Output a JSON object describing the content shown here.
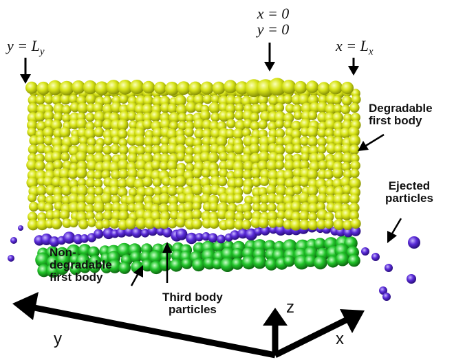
{
  "labels": {
    "x0": "x = 0",
    "y0": "y = 0",
    "yLy": "y = L",
    "yLy_sub": "y",
    "xLx": "x = L",
    "xLx_sub": "x",
    "degradable": [
      "Degradable",
      "first body"
    ],
    "ejected": [
      "Ejected",
      "particles"
    ],
    "nondegradable": [
      "Non-",
      "degradable",
      "first body"
    ],
    "thirdbody": [
      "Third body",
      "particles"
    ]
  },
  "axes": {
    "x": "x",
    "y": "y",
    "z": "z"
  },
  "colors": {
    "yellow": "#d8e418",
    "yellow_dark": "#8f9a05",
    "green": "#22c42a",
    "green_dark": "#0c6a10",
    "blue": "#5a2bd8",
    "blue_dark": "#2a1080"
  }
}
